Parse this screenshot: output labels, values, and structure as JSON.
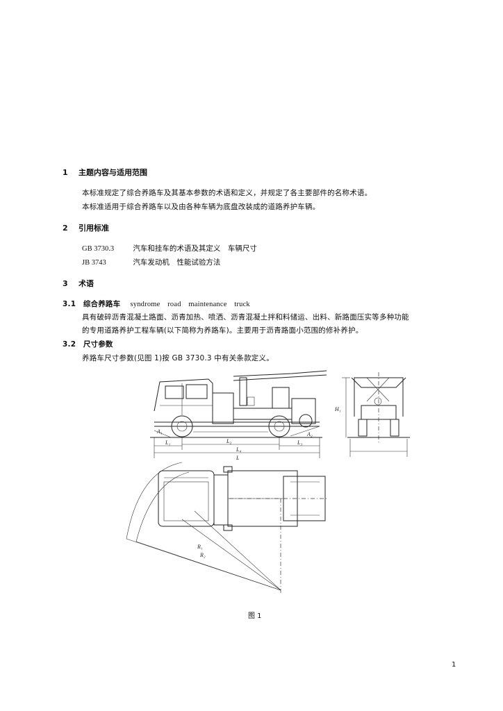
{
  "sections": {
    "s1": {
      "num": "1",
      "title": "主题内容与适用范围",
      "para1": "本标准规定了综合养路车及其基本参数的术语和定义，并规定了各主要部件的名称术语。",
      "para2": "本标准适用于综合养路车以及由各种车辆为底盘改装成的道路养护车辆。"
    },
    "s2": {
      "num": "2",
      "title": "引用标准",
      "refs": [
        {
          "code": "GB 3730.3",
          "title": "汽车和挂车的术语及其定义　车辆尺寸"
        },
        {
          "code": "JB 3743",
          "title": "汽车发动机　性能试验方法"
        }
      ]
    },
    "s3": {
      "num": "3",
      "title": "术语",
      "t31": {
        "num": "3.1",
        "term": "综合养路车",
        "english": "syndrome　road　maintenance　truck",
        "def1": "具有破碎沥青混凝土路面、沥青加热、喷洒、沥青混凝土拌和料储运、出料、新路面压实等多种功能",
        "def2": "的专用道路养护工程车辆(以下简称为养路车)。主要用于沥青路面小范围的修补养护。"
      },
      "t32": {
        "num": "3.2",
        "term": "尺寸参数",
        "def": "养路车尺寸参数(见图 1)按 GB 3730.3 中有关条款定义。"
      }
    }
  },
  "figure": {
    "caption": "图 1",
    "labels": {
      "H1": "H₁",
      "L1": "L₁",
      "L2": "L₂",
      "L3": "L₃",
      "L4": "L₄",
      "L": "L",
      "A1": "A₁",
      "A2": "A₂",
      "R1": "R₁",
      "R2": "R₂"
    }
  },
  "page_number": "1"
}
